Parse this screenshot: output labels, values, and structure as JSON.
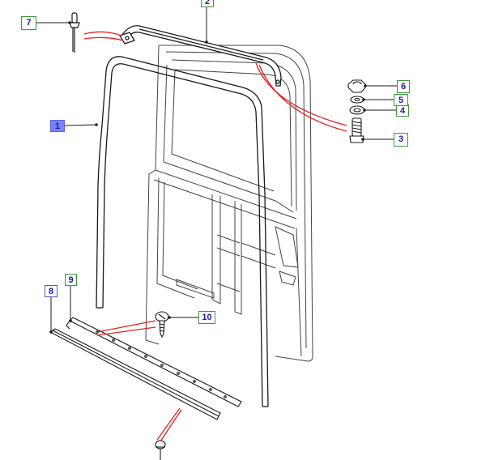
{
  "callouts": [
    {
      "id": "1",
      "label": "1"
    },
    {
      "id": "2",
      "label": "2"
    },
    {
      "id": "3",
      "label": "3"
    },
    {
      "id": "4",
      "label": "4"
    },
    {
      "id": "5",
      "label": "5"
    },
    {
      "id": "6",
      "label": "6"
    },
    {
      "id": "7",
      "label": "7"
    },
    {
      "id": "8",
      "label": "8"
    },
    {
      "id": "9",
      "label": "9"
    },
    {
      "id": "10",
      "label": "10"
    }
  ],
  "colors": {
    "line": "#1a1a1a",
    "leader_red": "#e02020",
    "callout_green": "#3a9a3a",
    "callout_blue": "#4a5ad8",
    "selected_fill": "#7a82f0",
    "label_text": "#1a1aa6"
  },
  "selected_callout": "1"
}
